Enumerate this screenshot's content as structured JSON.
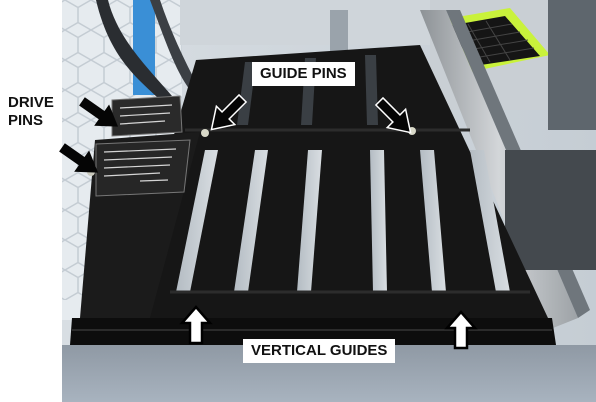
{
  "photo": {
    "subject": "tray-assembly-with-pins-and-guides",
    "colors": {
      "tray": "#161616",
      "rail": "#b9bcbf",
      "floor": "#9aa6b3",
      "accent": "#c9f23b",
      "background": "#ffffff"
    }
  },
  "callouts": {
    "drive_pins": "DRIVE\nPINS",
    "guide_pins": "GUIDE PINS",
    "vertical_guides": "VERTICAL GUIDES"
  },
  "arrows": [
    {
      "name": "drive-pin-arrow-upper",
      "icon": "arrow-icon"
    },
    {
      "name": "drive-pin-arrow-lower",
      "icon": "arrow-icon"
    },
    {
      "name": "guide-pin-arrow-left",
      "icon": "arrow-icon"
    },
    {
      "name": "guide-pin-arrow-right",
      "icon": "arrow-icon"
    },
    {
      "name": "vertical-guide-arrow-left",
      "icon": "arrow-outline-icon"
    },
    {
      "name": "vertical-guide-arrow-right",
      "icon": "arrow-outline-icon"
    }
  ]
}
